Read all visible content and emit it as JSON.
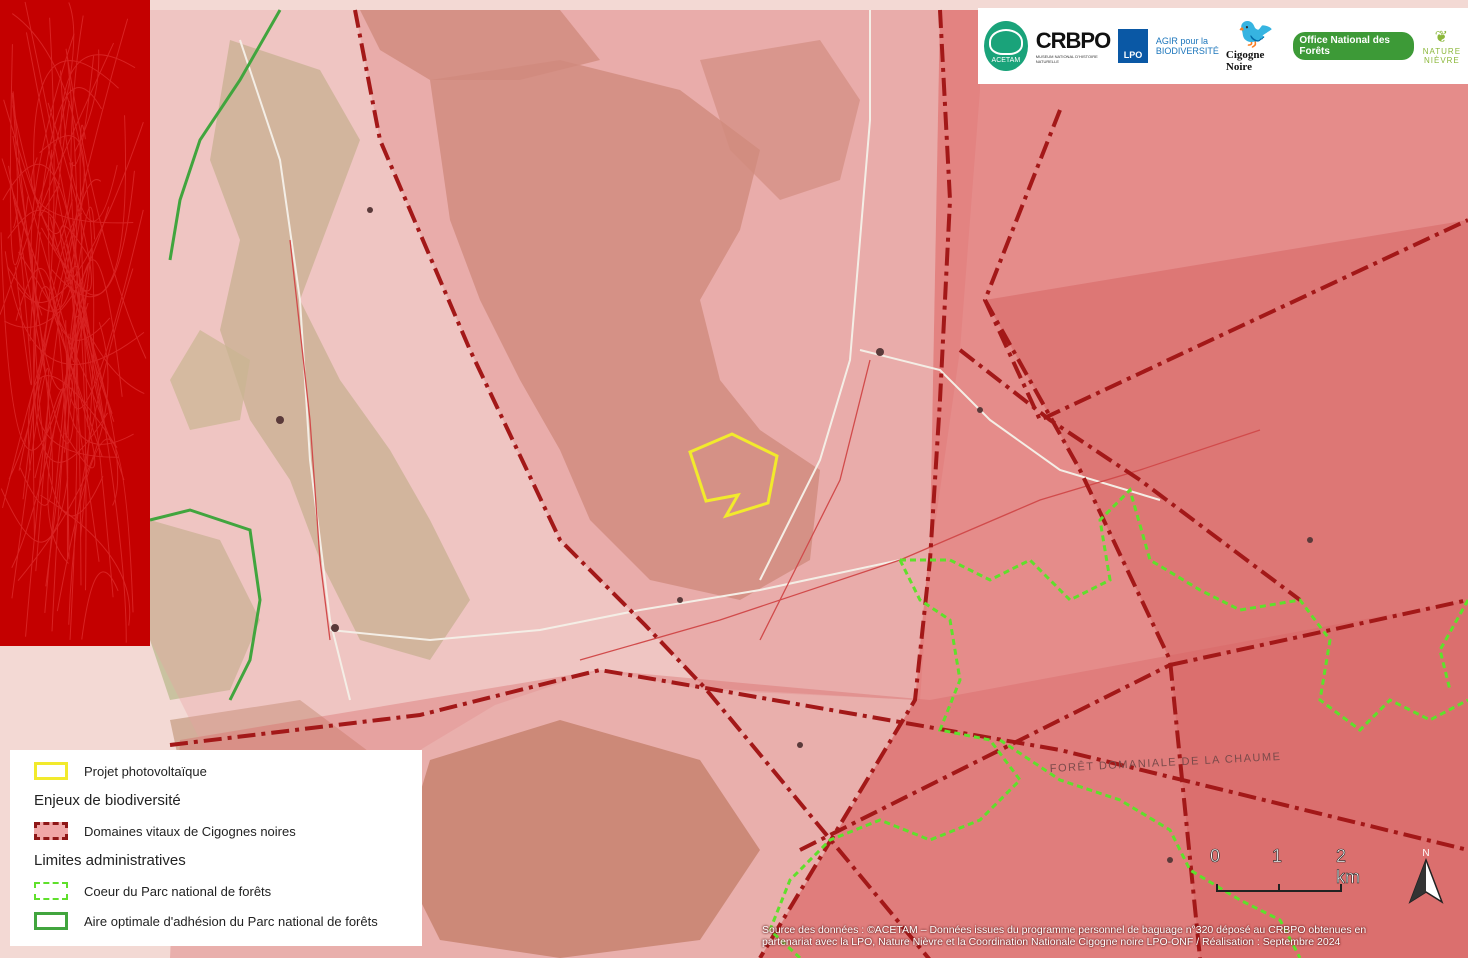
{
  "logos": {
    "acetam": "ACETAM",
    "crbpo": "CRBPO",
    "crbpo_sub": "MUSEUM NATIONAL D'HISTOIRE NATURELLE",
    "lpo": "LPO",
    "agir_line1": "AGIR pour la",
    "agir_line2": "BIODIVERSITÉ",
    "cigogne": "Cigogne Noire",
    "onf": "Office National des Forêts",
    "nature": "NATURE",
    "nievre": "NIÈVRE"
  },
  "map_labels": {
    "foret_chaume": "FORÊT DOMANIALE DE LA CHAUME"
  },
  "legend": {
    "projet": "Projet photovoltaïque",
    "enjeux_title": "Enjeux de biodiversité",
    "domaines": "Domaines vitaux de Cigognes noires",
    "limites_title": "Limites administratives",
    "coeur": "Coeur du Parc national de forêts",
    "aire": "Aire optimale d'adhésion du Parc national de forêts"
  },
  "scale": {
    "t0": "0",
    "t1": "1",
    "t2": "2 km"
  },
  "north": "N",
  "source_line1": "Source des données : ©ACETAM – Données issues du programme personnel de baguage n°320 déposé au CRBPO obtenues en",
  "source_line2": "partenariat avec la LPO, Nature Nièvre et la Coordination Nationale Cigogne noire LPO-ONF / Réalisation : Septembre 2024",
  "colors": {
    "base": "#f3d9d4",
    "domain_fill": "#e8a0a0",
    "overlap_fill": "#d94c4c",
    "forest": "#b88a6a",
    "boundary": "#a31818",
    "coeur": "#5fe02b",
    "aire": "#41a53e",
    "project": "#f2ea2c",
    "scribble": "#c40000"
  }
}
